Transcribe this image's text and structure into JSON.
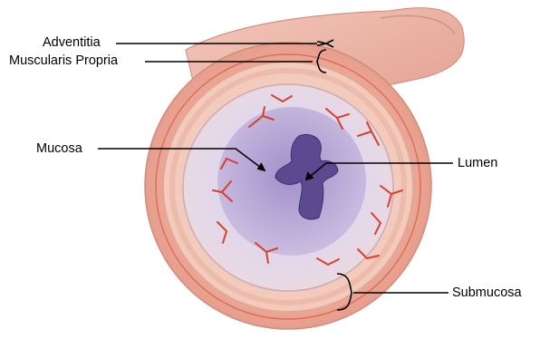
{
  "figure": {
    "labels": {
      "adventitia": "Adventitia",
      "muscularis": "Muscularis Propria",
      "mucosa": "Mucosa",
      "lumen": "Lumen",
      "submucosa": "Submucosa"
    },
    "colors": {
      "outer_tissue": "#e9a08f",
      "muscle_layer": "#f1c2b2",
      "submucosa": "#ddd3ea",
      "mucosa": "#b9a7d4",
      "lumen": "#5b4a8f",
      "vessel": "#d8402e",
      "line": "#000000"
    }
  }
}
